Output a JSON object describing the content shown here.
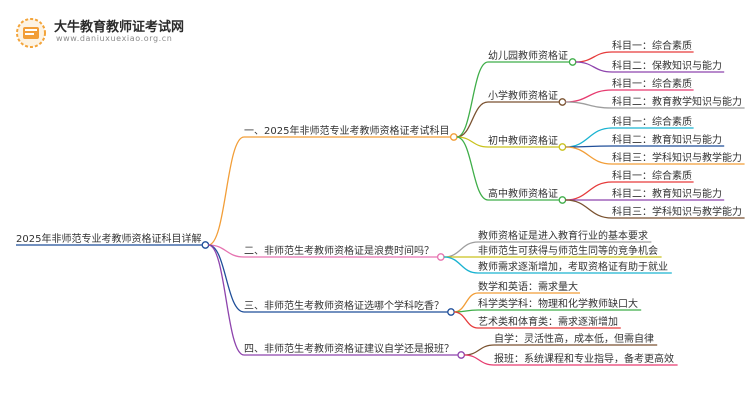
{
  "header": {
    "site_name": "大牛教育教师证考试网",
    "site_url": "www.daniuxuexiao.org.cn"
  },
  "root": {
    "label": "2025年非师范专业考教师资格证科目详解",
    "color": "#1f4e99"
  },
  "branches": [
    {
      "label": "一、2025年非师范专业考教师资格证考试科目",
      "color": "#f29e38",
      "children": [
        {
          "label": "幼儿园教师资格证",
          "color": "#3fae49",
          "leaves": [
            {
              "label": "科目一：综合素质",
              "color": "#e63b3b"
            },
            {
              "label": "科目二：保教知识与能力",
              "color": "#8e44ad"
            }
          ]
        },
        {
          "label": "小学教师资格证",
          "color": "#7a5230",
          "leaves": [
            {
              "label": "科目一：综合素质",
              "color": "#e63b6f"
            },
            {
              "label": "科目二：教育教学知识与能力",
              "color": "#9e9e9e"
            }
          ]
        },
        {
          "label": "初中教师资格证",
          "color": "#c9c21d",
          "leaves": [
            {
              "label": "科目一：综合素质",
              "color": "#1ab3d1"
            },
            {
              "label": "科目二：教育知识与能力",
              "color": "#1f4e99"
            },
            {
              "label": "科目三：学科知识与教学能力",
              "color": "#f29e38"
            }
          ]
        },
        {
          "label": "高中教师资格证",
          "color": "#3fae49",
          "leaves": [
            {
              "label": "科目一：综合素质",
              "color": "#e63b3b"
            },
            {
              "label": "科目二：教育知识与能力",
              "color": "#8e44ad"
            },
            {
              "label": "科目三：学科知识与教学能力",
              "color": "#7a5230"
            }
          ]
        }
      ]
    },
    {
      "label": "二、非师范生考教师资格证是浪费时间吗？",
      "color": "#e673b0",
      "leaves": [
        {
          "label": "教师资格证是进入教育行业的基本要求",
          "color": "#9e9e9e"
        },
        {
          "label": "非师范生可获得与师范生同等的竞争机会",
          "color": "#c9c21d"
        },
        {
          "label": "教师需求逐渐增加，考取资格证有助于就业",
          "color": "#1ab3d1"
        }
      ]
    },
    {
      "label": "三、非师范生考教师资格证选哪个学科吃香？",
      "color": "#1f4e99",
      "leaves": [
        {
          "label": "数学和英语：需求量大",
          "color": "#f29e38"
        },
        {
          "label": "科学类学科：物理和化学教师缺口大",
          "color": "#3fae49"
        },
        {
          "label": "艺术类和体育类：需求逐渐增加",
          "color": "#e63b3b"
        }
      ]
    },
    {
      "label": "四、非师范生考教师资格证建议自学还是报班？",
      "color": "#8e44ad",
      "leaves": [
        {
          "label": "自学：灵活性高，成本低，但需自律",
          "color": "#7a5230"
        },
        {
          "label": "报班：系统课程和专业指导，备考更高效",
          "color": "#e63b6f"
        }
      ]
    }
  ]
}
